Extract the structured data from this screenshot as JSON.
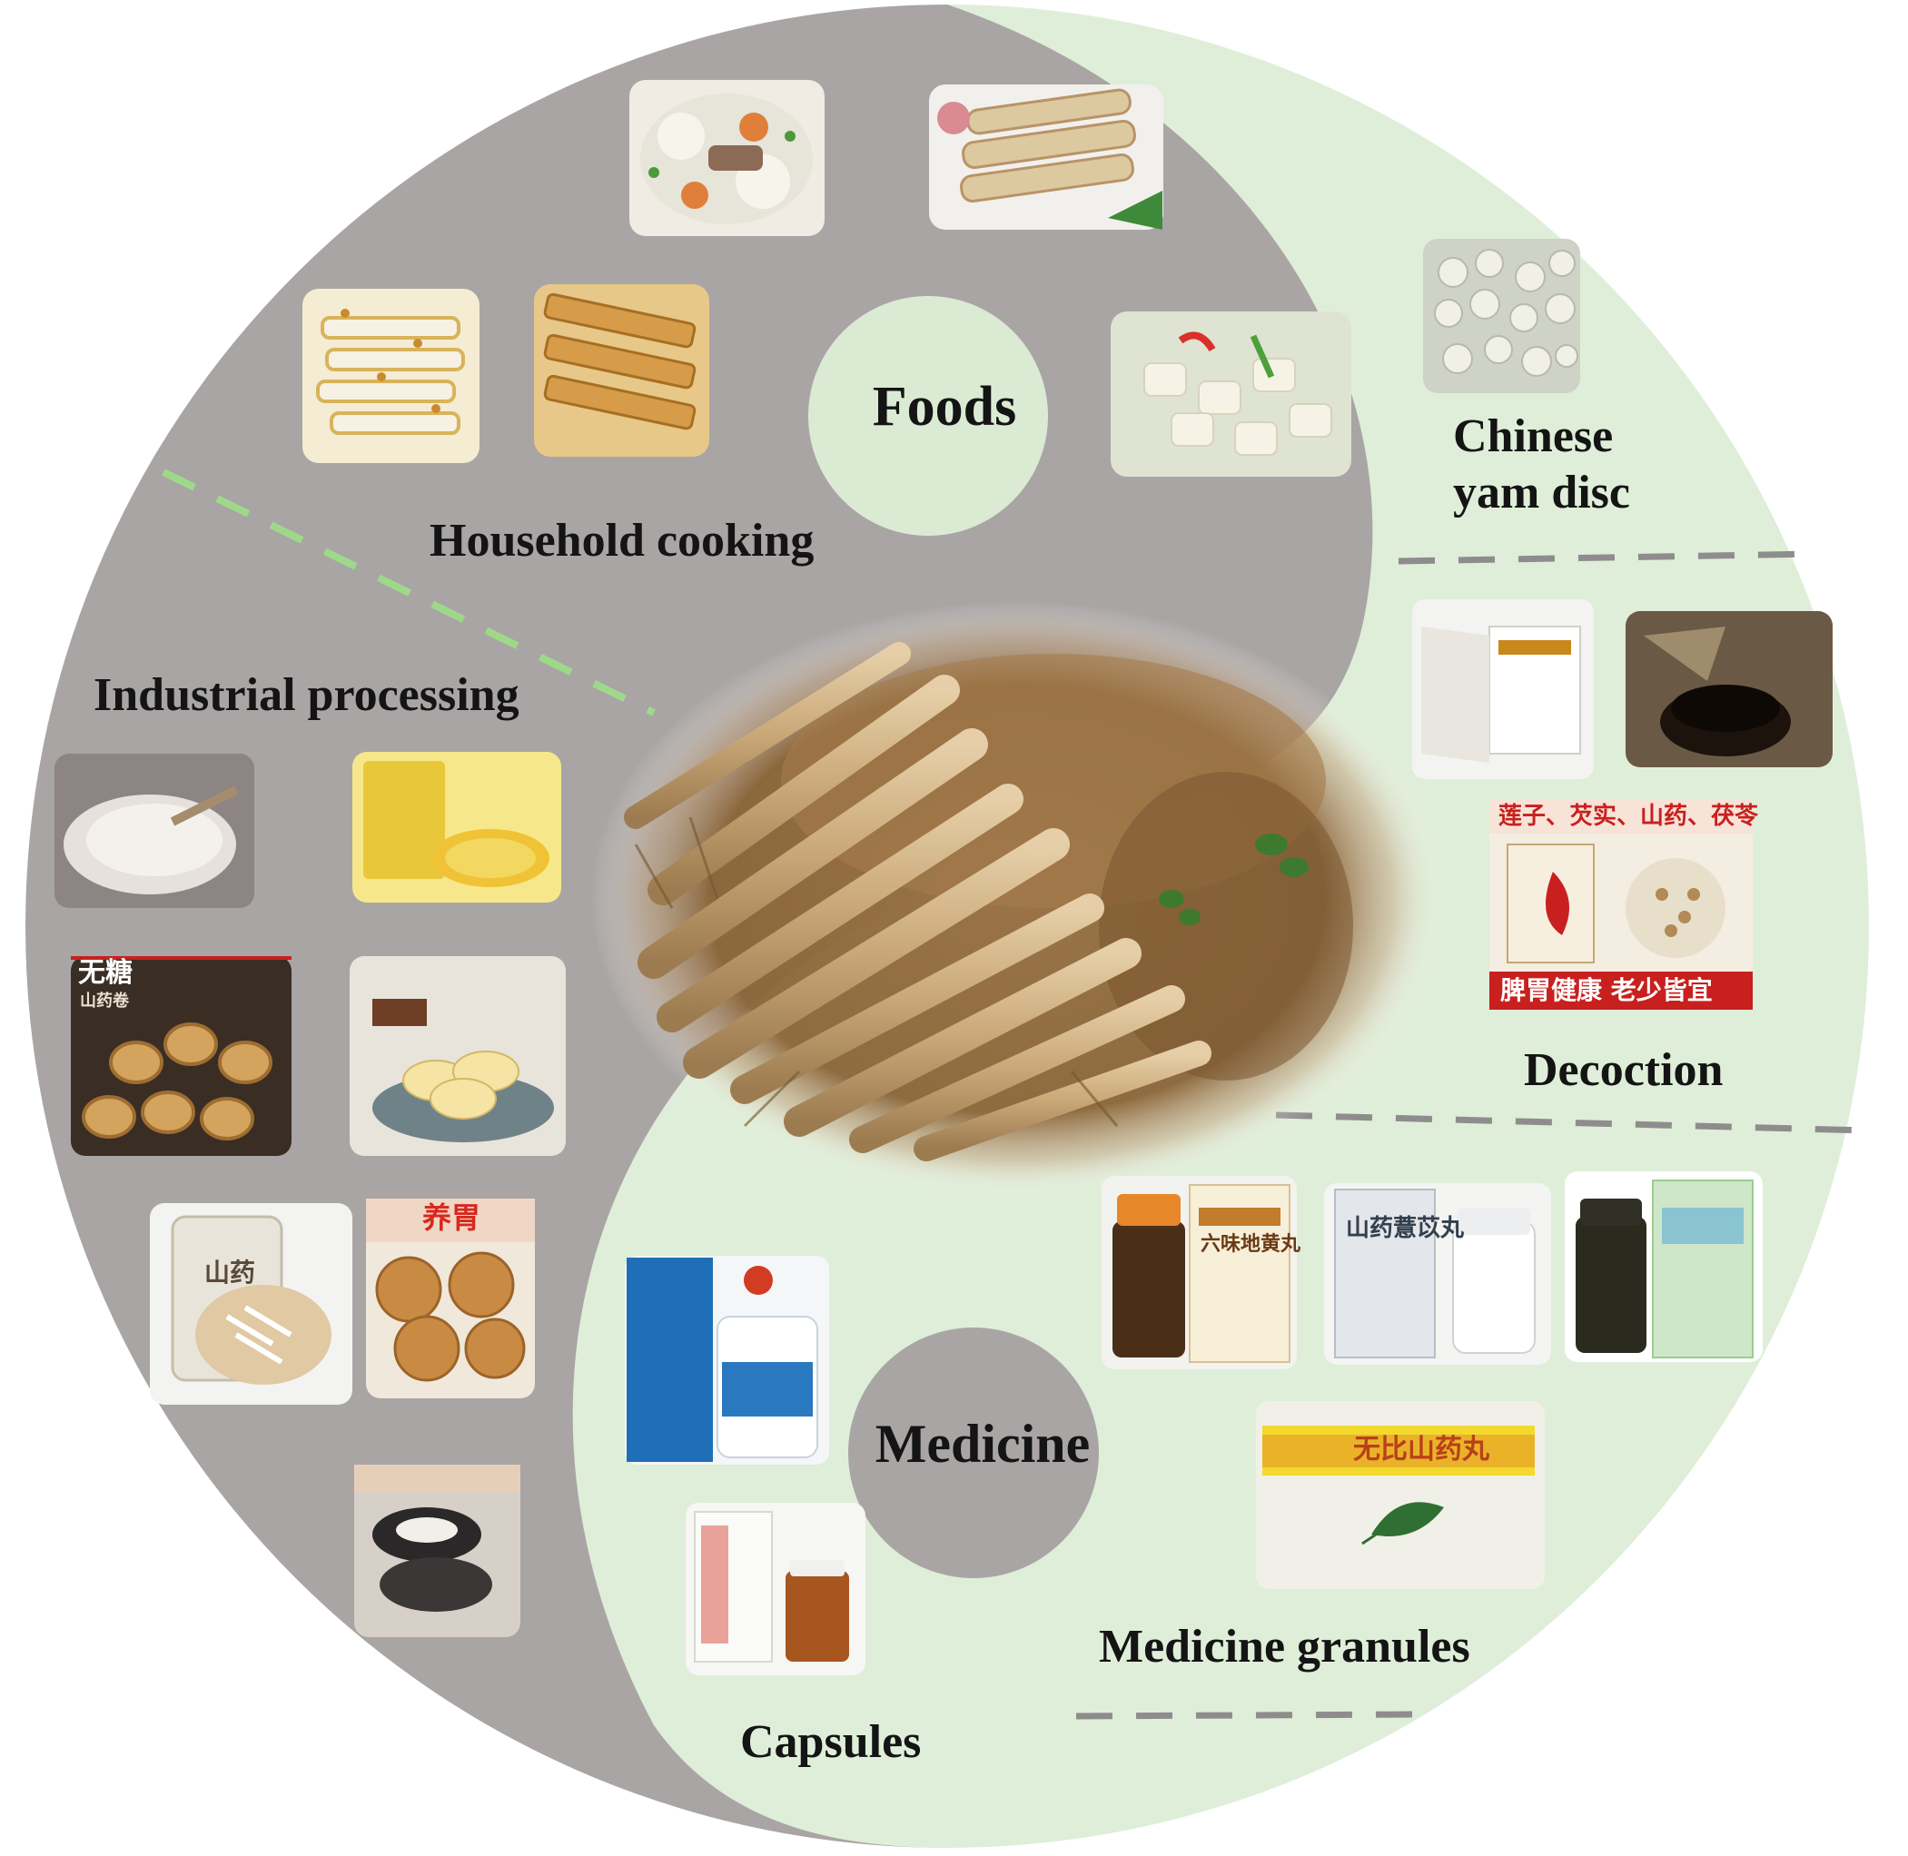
{
  "hubs": {
    "foods": "Foods",
    "medicine": "Medicine"
  },
  "labels": {
    "household_cooking": "Household cooking",
    "industrial_processing": "Industrial processing",
    "yam_disc": "Chinese\nyam disc",
    "decoction": "Decoction",
    "medicine_granules": "Medicine granules",
    "capsules": "Capsules"
  },
  "product_text": {
    "sugar_free": "无糖",
    "yam_roll": "山药卷",
    "decoction_box_banner": "莲子、芡实、山药、茯苓",
    "decoction_box_footer": "脾胃健康 老少皆宜",
    "stomach_cake": "养胃",
    "yam_jar": "山药",
    "granule_box_1": "六味地黄丸",
    "granule_box_2": "山药薏苡丸",
    "pill_box": "无比山药丸"
  },
  "colors": {
    "foods_region": "#a9a5a5",
    "medicine_region": "#dfeed8",
    "food_hub": "#dbebd3",
    "medicine_hub": "#a9a5a5",
    "dashes": "#8e8c8c",
    "green_dashes": "#9ed98a",
    "text": "#141414"
  }
}
